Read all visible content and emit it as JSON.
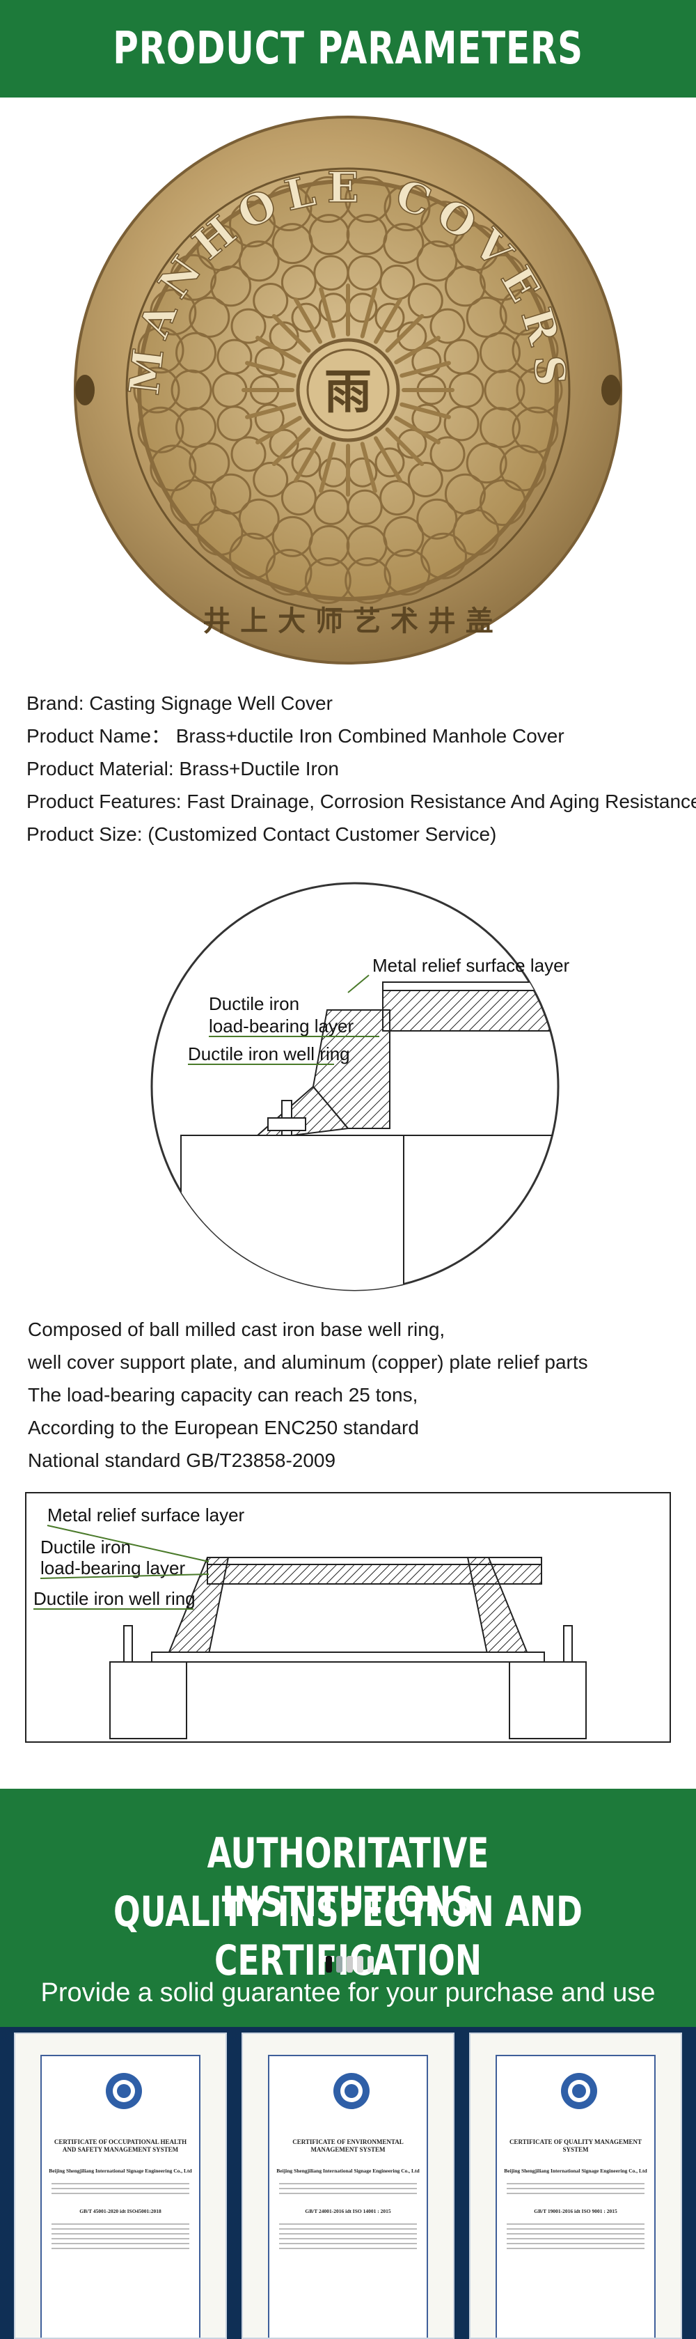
{
  "header": {
    "title": "PRODUCT PARAMETERS",
    "band_color": "#1d7a3a"
  },
  "cover": {
    "ring_text_top": "MANHOLE COVERS",
    "center_char": "雨",
    "ring_text_bottom": "井 上 大 师 艺 术 井 盖",
    "metal_color": "#b89a62"
  },
  "specs": {
    "brand": "Brand: Casting Signage Well Cover",
    "product_name": "Product Name：  Brass+ductile Iron Combined Manhole Cover",
    "material": "Product Material: Brass+Ductile Iron",
    "features": "Product Features: Fast Drainage, Corrosion Resistance And Aging Resistance",
    "size": "Product Size: (Customized Contact Customer Service)"
  },
  "diagram_circle": {
    "label_surface": "Metal relief surface layer",
    "label_bearing_1": "Ductile iron",
    "label_bearing_2": "load-bearing layer",
    "label_ring": "Ductile iron well ring"
  },
  "description": {
    "line1": "Composed of ball milled cast iron base well ring,",
    "line2": "well cover support plate, and aluminum (copper) plate relief parts",
    "line3": "The load-bearing capacity can reach 25 tons,",
    "line4": "According to the European ENC250 standard",
    "line5": "National standard GB/T23858-2009"
  },
  "diagram_wide": {
    "label_surface": "Metal relief surface layer",
    "label_bearing_1": "Ductile iron",
    "label_bearing_2": "load-bearing layer",
    "label_ring": "Ductile iron well ring"
  },
  "certification": {
    "title_line1": "AUTHORITATIVE INSTITUTIONS",
    "title_line2": "QUALITY INSPECTION AND CERTIFICATION",
    "subtitle": "Provide a solid guarantee for your purchase and use",
    "cards": [
      {
        "heading": "CERTIFICATE OF OCCUPATIONAL HEALTH AND SAFETY MANAGEMENT SYSTEM",
        "company": "Beijing Shengjiliang International Signage Engineering Co., Ltd",
        "standard": "GB/T 45001-2020 idt ISO45001:2018"
      },
      {
        "heading": "CERTIFICATE OF ENVIRONMENTAL MANAGEMENT SYSTEM",
        "company": "Beijing Shengjiliang International Signage Engineering Co., Ltd",
        "standard": "GB/T 24001-2016 idt ISO 14001 : 2015"
      },
      {
        "heading": "CERTIFICATE OF QUALITY MANAGEMENT SYSTEM",
        "company": "Beijing Shengjiliang International Signage Engineering Co., Ltd",
        "standard": "GB/T 19001-2016 idt ISO 9001 : 2015"
      }
    ]
  }
}
